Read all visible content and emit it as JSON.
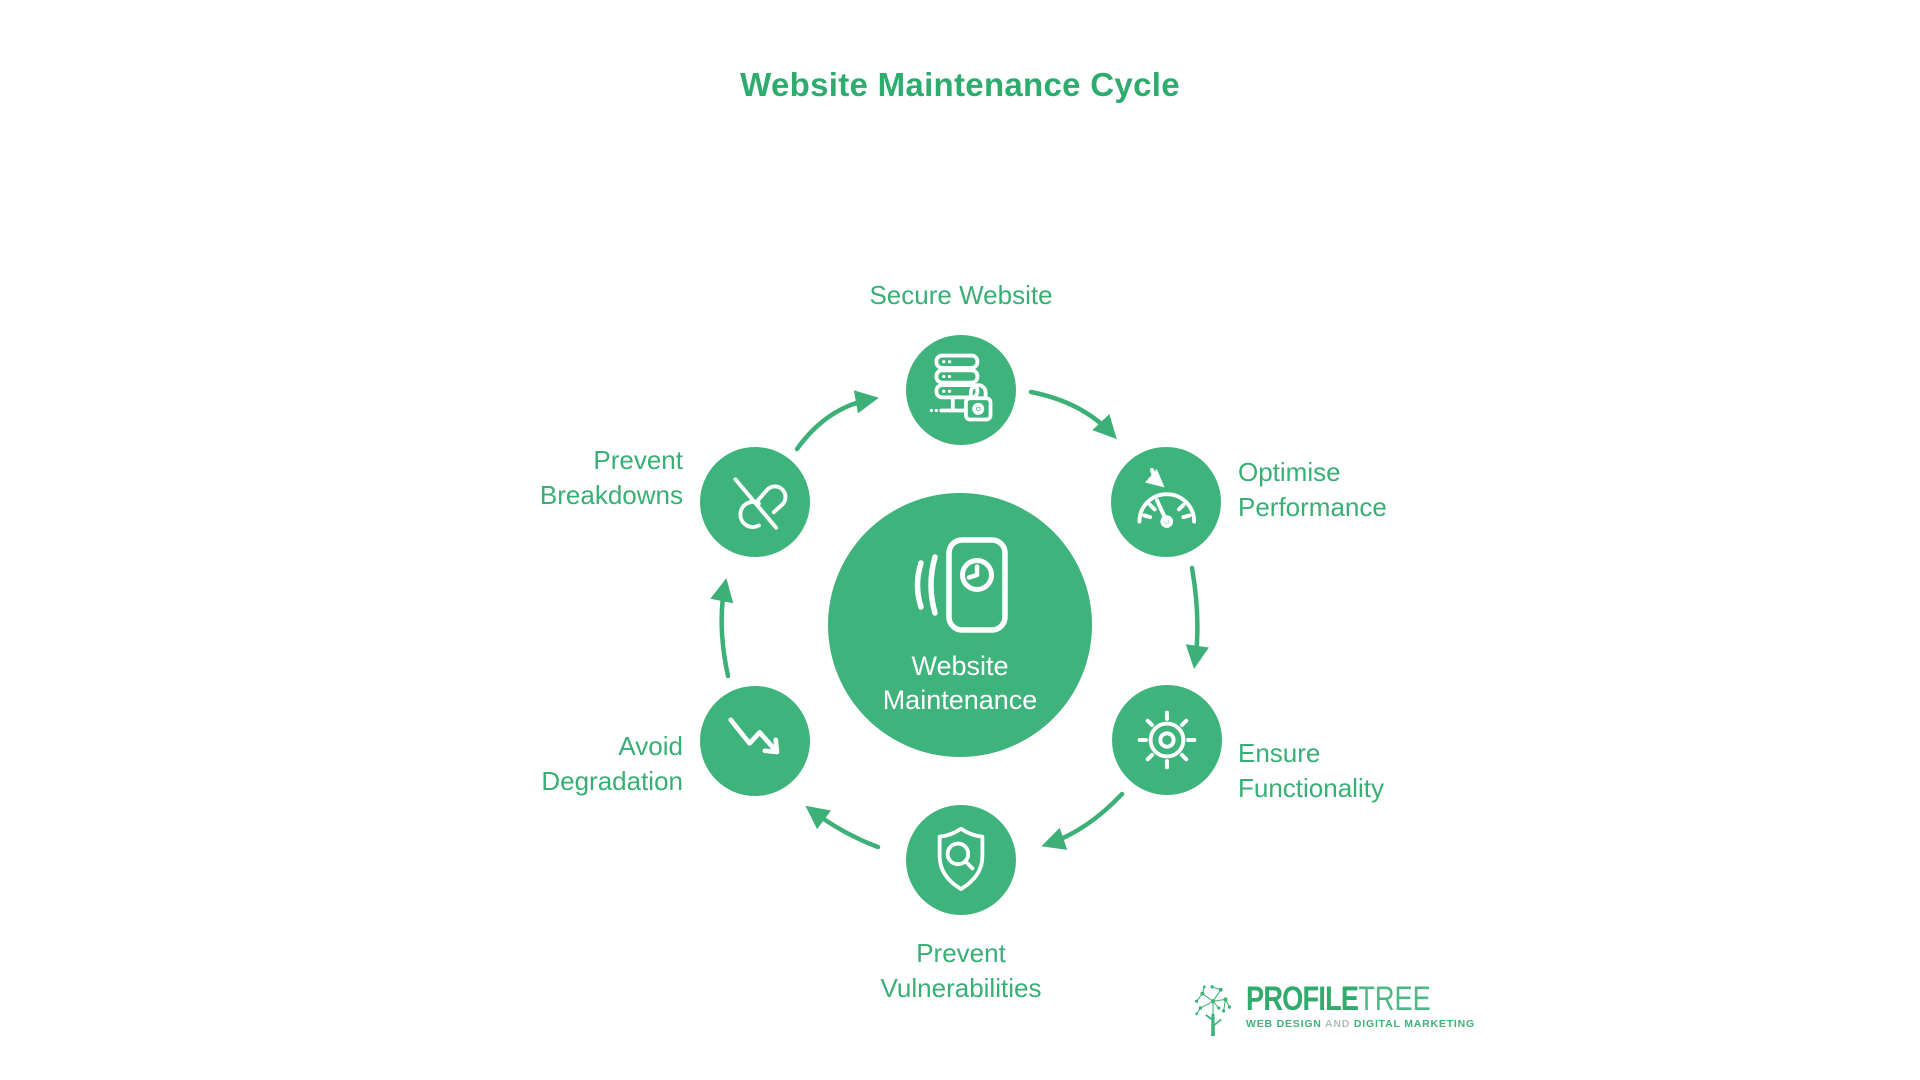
{
  "title": "Website Maintenance Cycle",
  "flow_direction": "clockwise",
  "colors": {
    "circle_fill": "#3eb47c",
    "text_green": "#38af75",
    "title_green": "#2eac6e",
    "arrow_green": "#3cb077",
    "icon_stroke": "#ffffff",
    "background": "#ffffff",
    "logo_and_gray": "#b3bcc1"
  },
  "center": {
    "id": "website-maintenance",
    "icon": "phone-clock-icon",
    "lines": [
      "Website",
      "Maintenance"
    ]
  },
  "nodes": [
    {
      "id": "secure-website",
      "position": "top",
      "icon": "server-lock-icon",
      "lines": [
        "Secure Website",
        ""
      ]
    },
    {
      "id": "optimise-performance",
      "position": "upper-right",
      "icon": "speedometer-icon",
      "lines": [
        "Optimise",
        "Performance"
      ]
    },
    {
      "id": "ensure-functionality",
      "position": "lower-right",
      "icon": "gear-icon",
      "lines": [
        "Ensure",
        "Functionality"
      ]
    },
    {
      "id": "prevent-vulnerabilities",
      "position": "bottom",
      "icon": "shield-search-icon",
      "lines": [
        "Prevent",
        "Vulnerabilities"
      ]
    },
    {
      "id": "avoid-degradation",
      "position": "lower-left",
      "icon": "declining-trend-icon",
      "lines": [
        "Avoid",
        "Degradation"
      ]
    },
    {
      "id": "prevent-breakdowns",
      "position": "upper-left",
      "icon": "broken-link-icon",
      "lines": [
        "Prevent",
        "Breakdowns"
      ]
    }
  ],
  "logo": {
    "name_bold": "PROFILE",
    "name_light": "TREE",
    "tagline_part1": "WEB DESIGN",
    "tagline_and": " AND ",
    "tagline_part2": "DIGITAL MARKETING"
  }
}
